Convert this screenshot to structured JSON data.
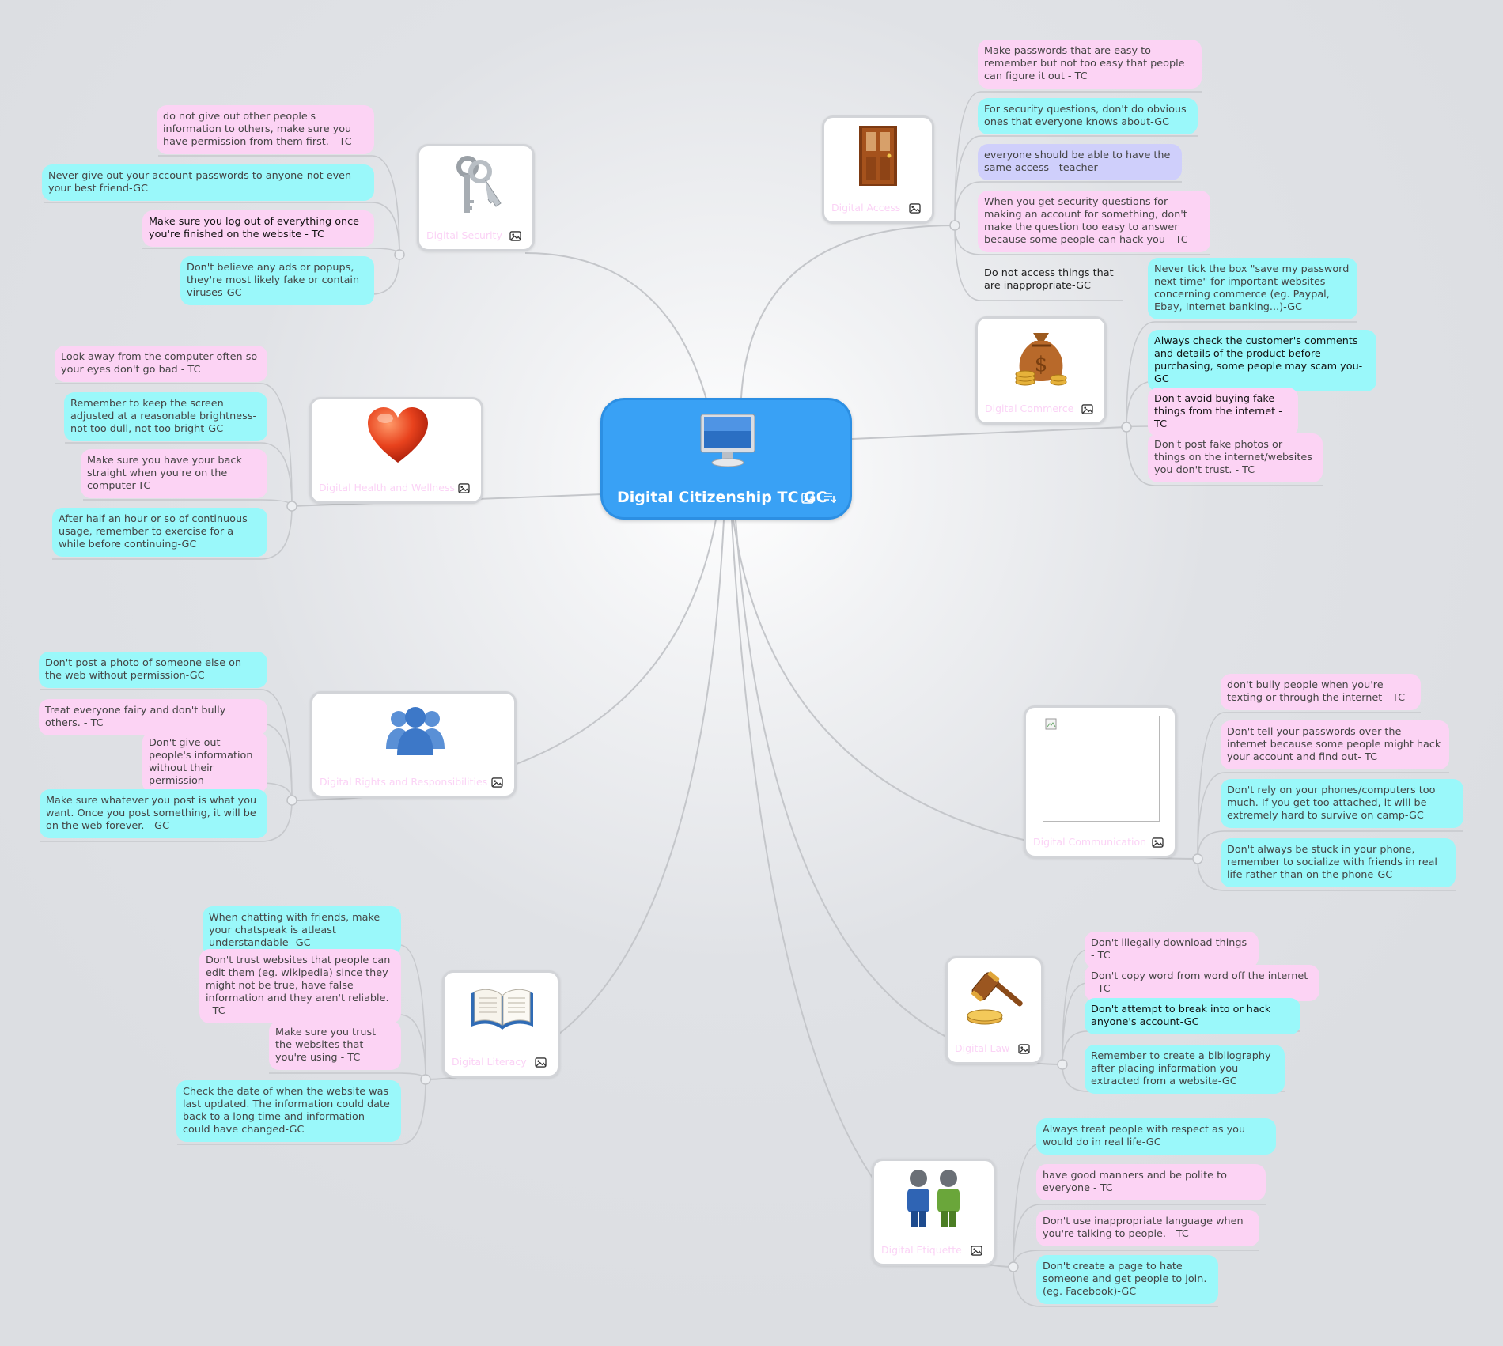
{
  "central": {
    "title": "Digital Citizenship TC GC",
    "icon": "monitor-icon"
  },
  "topics": {
    "security": {
      "label": "Digital Security",
      "icon": "keys-icon"
    },
    "health": {
      "label": "Digital Health and Wellness",
      "icon": "heart-icon"
    },
    "rights": {
      "label": "Digital Rights and Responsibilities",
      "icon": "people-group-icon"
    },
    "literacy": {
      "label": "Digital Literacy",
      "icon": "book-icon"
    },
    "access": {
      "label": "Digital Access",
      "icon": "door-icon"
    },
    "commerce": {
      "label": "Digital Commerce",
      "icon": "money-bag-icon"
    },
    "communication": {
      "label": "Digital Communication",
      "icon": "broken-image-icon"
    },
    "law": {
      "label": "Digital Law",
      "icon": "gavel-icon"
    },
    "etiquette": {
      "label": "Digital Etiquette",
      "icon": "two-people-icon"
    }
  },
  "leaves": {
    "security": [
      "do not give out other people's information to others, make sure you have permission from them first. - TC",
      "Never give out your account passwords to anyone-not even your best friend-GC",
      "Make sure you log out of everything once you're finished on the website - TC",
      "Don't believe any ads or popups, they're most likely fake or contain viruses-GC"
    ],
    "health": [
      "Look away from the computer often so your eyes don't go bad - TC",
      "Remember to keep the screen adjusted at a reasonable brightness-not too dull, not too bright-GC",
      "Make sure you have your back straight when you're on the computer-TC",
      "After half an hour or so of continuous usage, remember to exercise for a while before continuing-GC"
    ],
    "rights": [
      "Don't post a photo of someone else on the web without permission-GC",
      "Treat everyone fairy and don't bully others. - TC",
      "Don't give out people's information without their permission",
      "Make sure whatever you post is what you want. Once you post something, it will be on the web forever. - GC"
    ],
    "literacy": [
      "When chatting with friends, make your chatspeak is atleast understandable -GC",
      "Don't trust websites that people can edit them (eg. wikipedia) since they might not be true, have false information and they aren't reliable. - TC",
      "Make sure you trust the websites that you're using - TC",
      "Check the date of when the website was last updated. The information could date back to a long time and information could have changed-GC"
    ],
    "access": [
      "Make passwords that are easy to remember but not too easy that people can figure it out - TC",
      "For security questions, don't do obvious ones that everyone knows about-GC",
      "everyone should be able to have the same access - teacher",
      "When you get security questions for making an account for something, don't make the question too easy to answer because some people can hack you - TC",
      "Do not access things that are inappropriate-GC"
    ],
    "commerce": [
      "Never tick the box \"save my password next time\" for important websites concerning commerce (eg. Paypal, Ebay, Internet banking...)-GC",
      "Always check the customer's comments and details of the product before purchasing, some people may scam you-GC",
      "Don't avoid buying fake things from the internet - TC",
      "Don't post fake photos or things on the internet/websites you don't trust. - TC"
    ],
    "communication": [
      "don't bully people when you're texting or through the internet - TC",
      "Don't tell your passwords over the internet because some people might hack your account and find out- TC",
      "Don't rely on your phones/computers too much. If you get too attached, it will be extremely hard to survive on camp-GC",
      "Don't always be stuck in your phone, remember to socialize with friends in real life rather than on the phone-GC"
    ],
    "law": [
      "Don't illegally download things - TC",
      "Don't copy word from word off the internet - TC",
      "Don't attempt to break into or hack anyone's account-GC",
      "Remember to create a bibliography after placing information you extracted from a website-GC"
    ],
    "etiquette": [
      "Always treat people with respect as you would do in real life-GC",
      "have good manners and be polite to everyone - TC",
      "Don't use inappropriate language when you're talking to people. - TC",
      "Don't create a page to hate someone and get people to join. (eg. Facebook)-GC"
    ]
  },
  "colors": {
    "central": "#39a1f5",
    "pink": "#fcd3f4",
    "cyan": "#9af8fa",
    "lavender": "#cfcffb",
    "topic_label": "#fbd3f6"
  }
}
